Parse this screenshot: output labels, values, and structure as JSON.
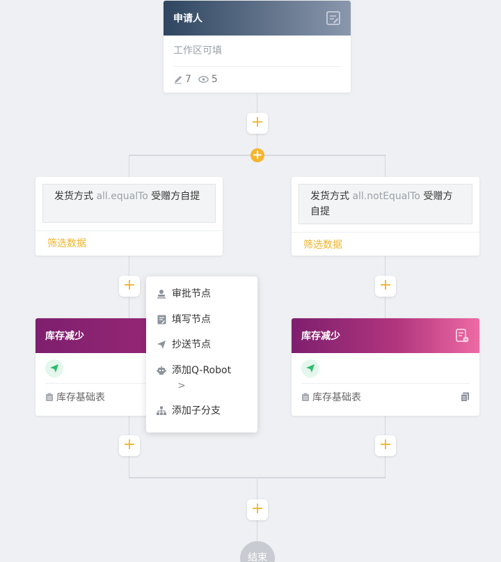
{
  "applicant": {
    "title": "申请人",
    "subtitle": "工作区可填",
    "edit_count": "7",
    "view_count": "5"
  },
  "branches": [
    {
      "condition_field": "发货方式",
      "condition_op": "all.equalTo",
      "condition_value": "受赠方自提",
      "filter_label": "筛选数据"
    },
    {
      "condition_field": "发货方式",
      "condition_op": "all.notEqualTo",
      "condition_value": "受赠方自提",
      "filter_label": "筛选数据"
    }
  ],
  "nodes": [
    {
      "title": "库存减少",
      "table": "库存基础表"
    },
    {
      "title": "库存减少",
      "table": "库存基础表"
    }
  ],
  "menu": {
    "items": [
      {
        "label": "审批节点",
        "icon": "approve-icon"
      },
      {
        "label": "填写节点",
        "icon": "fill-form-icon"
      },
      {
        "label": "抄送节点",
        "icon": "send-icon"
      },
      {
        "label": "添加Q-Robot",
        "icon": "robot-icon",
        "suffix": ">"
      },
      {
        "label": "添加子分支",
        "icon": "sub-branch-icon"
      }
    ]
  },
  "plus_symbol": "+",
  "end_label": "结束",
  "colors": {
    "accent": "#f5b52d",
    "applicant_header": "#2f4660",
    "node_header": "#a32c79",
    "line": "#d4d7de"
  }
}
